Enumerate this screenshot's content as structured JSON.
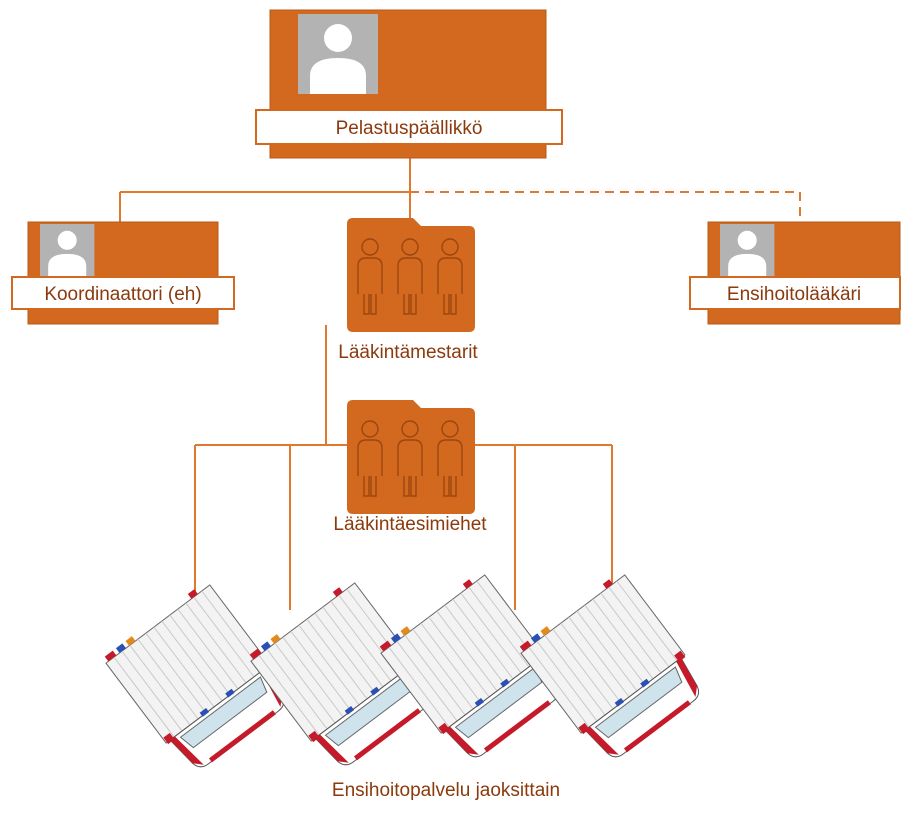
{
  "colors": {
    "accent": "#d2691e",
    "accent_dark": "#b75a1a",
    "line": "#e0782e",
    "label_text": "#8a3a0c",
    "vehicle_red": "#c41a2a"
  },
  "nodes": {
    "chief": {
      "label": "Pelastuspäällikkö",
      "icon": "person-photo-icon"
    },
    "coordinator": {
      "label": "Koordinaattori (eh)",
      "icon": "person-photo-icon"
    },
    "physician": {
      "label": "Ensihoitolääkäri",
      "icon": "person-photo-icon"
    },
    "masters": {
      "label": "Lääkintämestarit",
      "icon": "group-folder-icon"
    },
    "supervisors": {
      "label": "Lääkintäesimiehet",
      "icon": "group-folder-icon"
    }
  },
  "connections": {
    "dashed": "Pelastuspäällikkö → Ensihoitolääkäri"
  },
  "units": {
    "label": "Ensihoitopalvelu jaoksittain",
    "icon": "ambulance-icon",
    "count": 4
  }
}
